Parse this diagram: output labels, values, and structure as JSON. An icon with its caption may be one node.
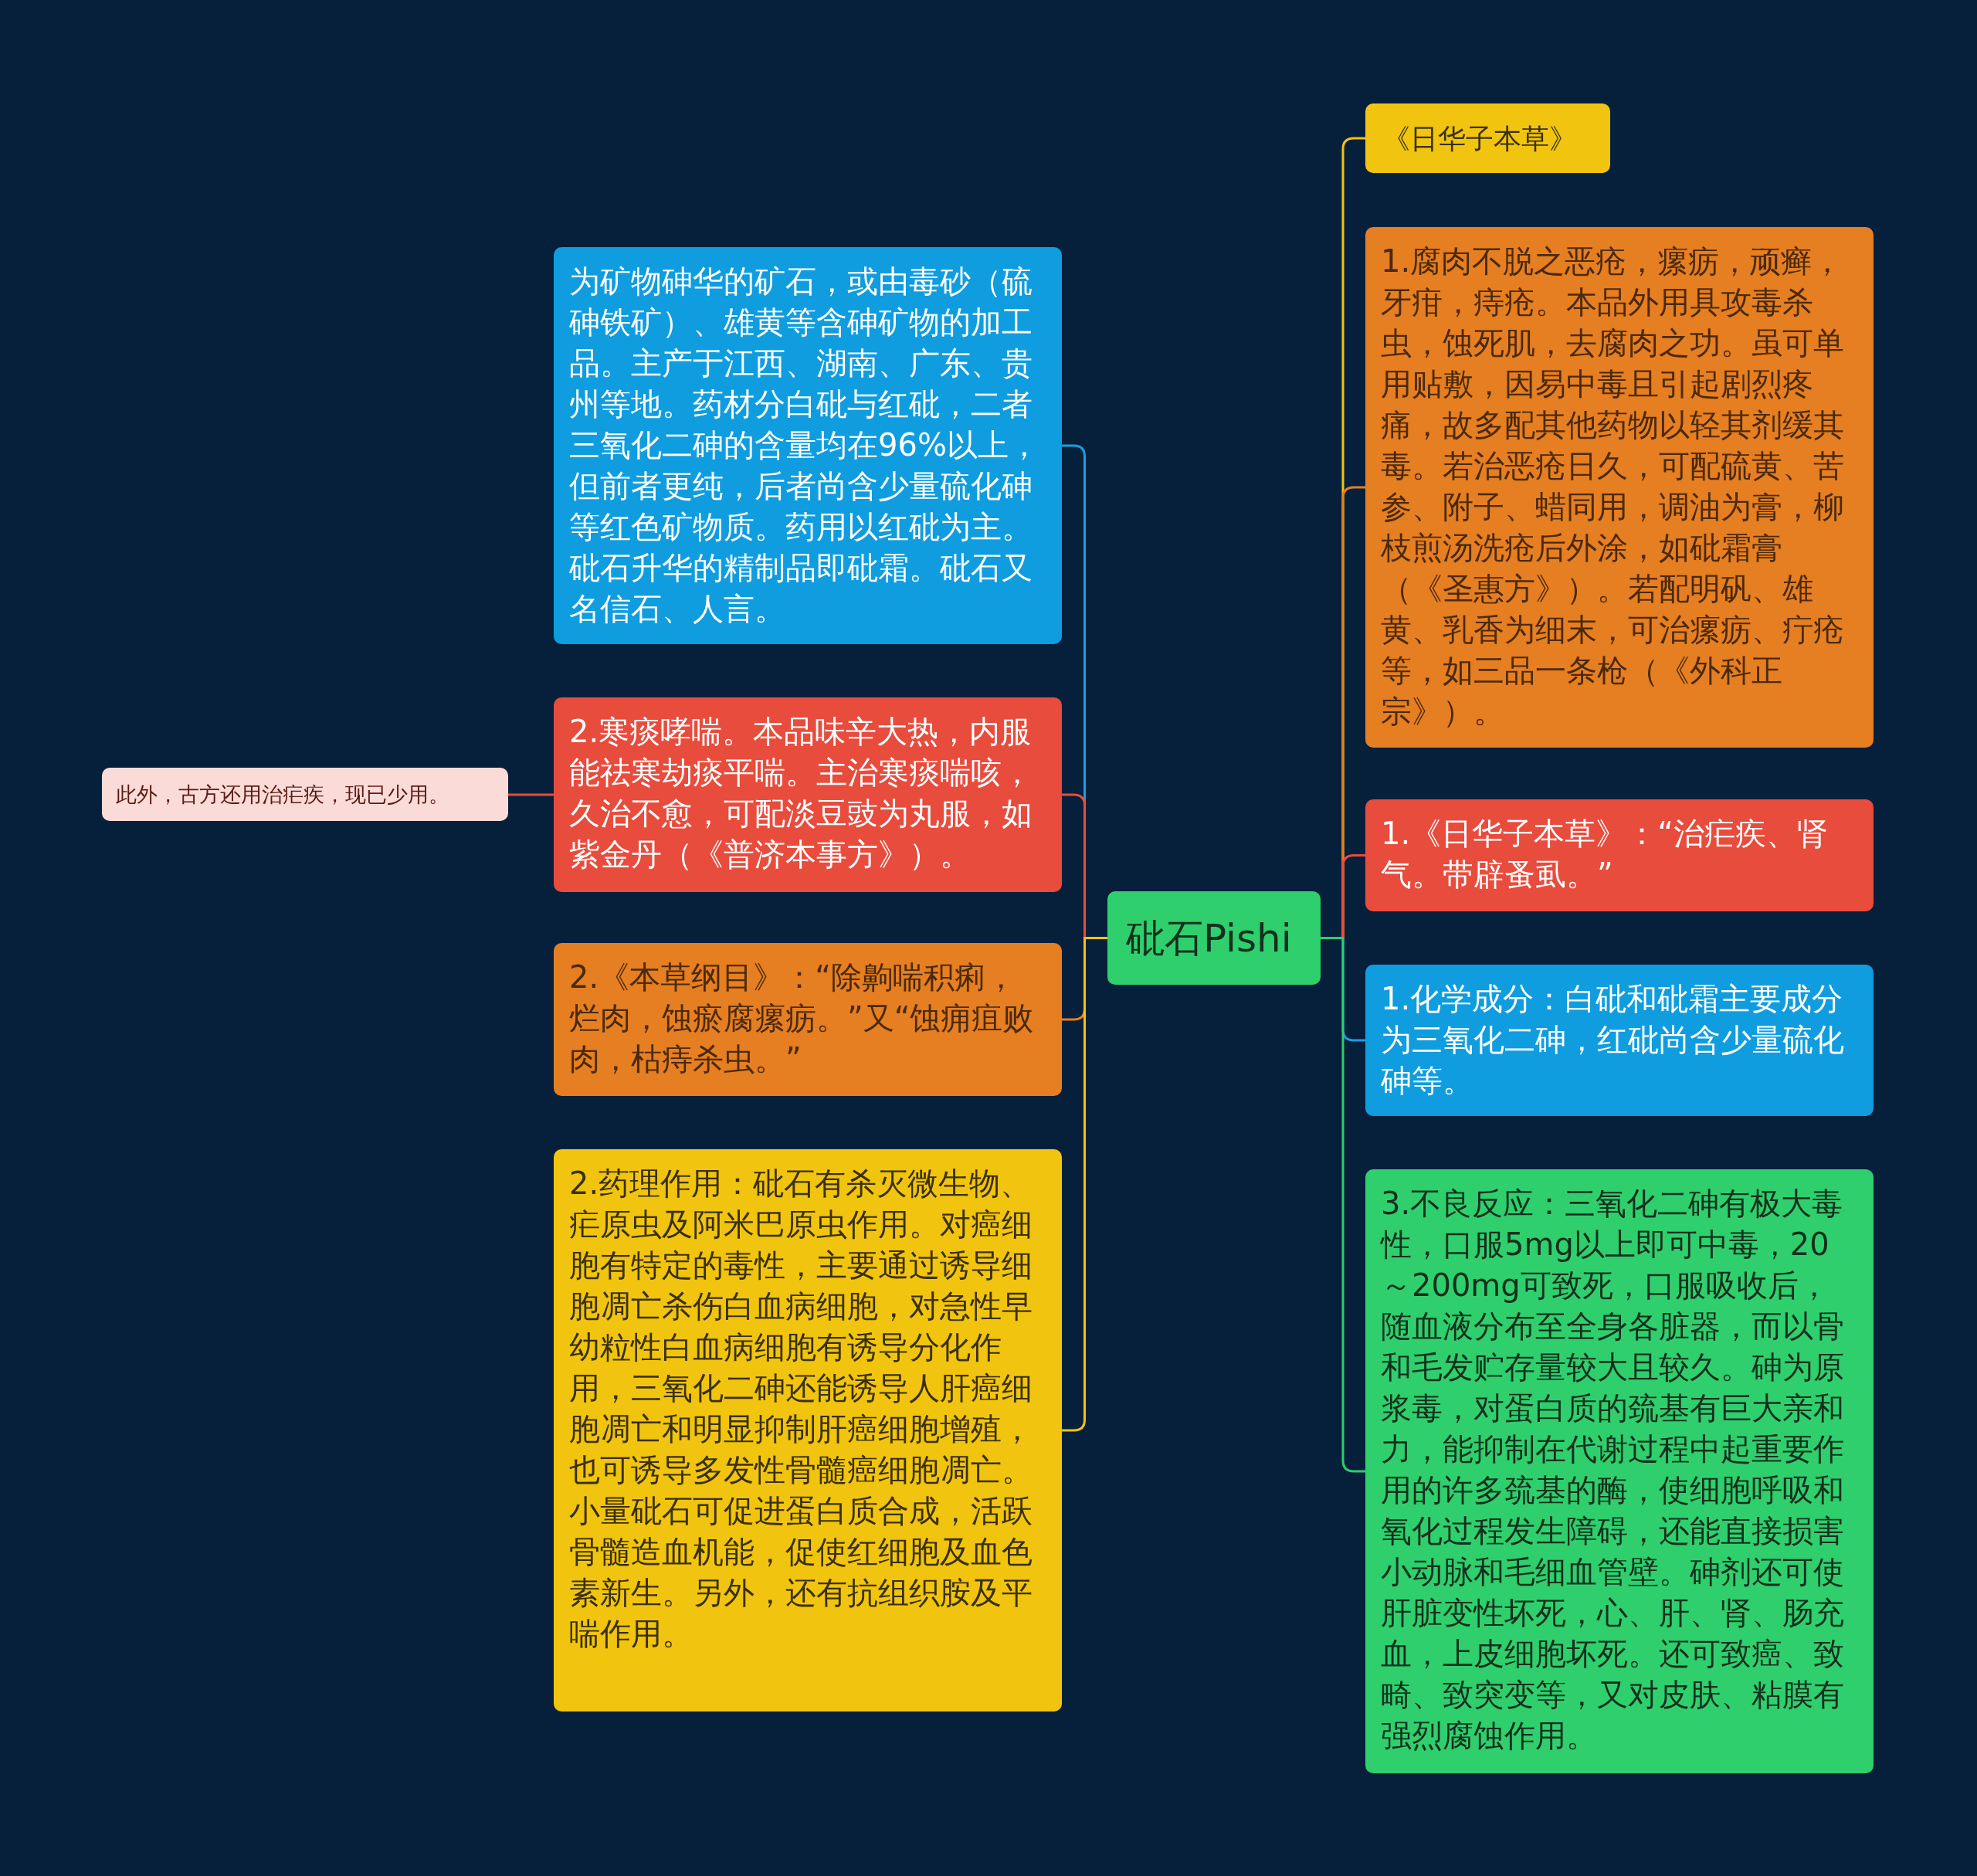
{
  "diagram": {
    "nodes": [
      {
        "text": [
          "砒石Pishi"
        ]
      },
      {
        "text": [
          "为矿物砷华的矿石，或由毒砂（硫砷铁矿）、雄黄等含砷矿物的加工品。主产于江西、湖南、广东、贵州等地。药材分白砒与红砒，二者三氧化二砷的含量均在96%以上，但前者更纯，后者尚含少量硫化砷等红色矿物质。药用以红砒为主。砒石升华的精制品即砒霜。砒石又名信石、人言。"
        ]
      },
      {
        "text": [
          "2.寒痰哮喘。本品味辛大热，内服能祛寒劫痰平喘。主治寒痰喘咳，久治不愈，可配淡豆豉为丸服，如紫金丹（《普济本事方》）。"
        ]
      },
      {
        "text": [
          "2.《本草纲目》：“除齁喘积痢，烂肉，蚀瘀腐瘰疬。”又“蚀痈疽败肉，枯痔杀虫。”"
        ]
      },
      {
        "text": [
          "2.药理作用：砒石有杀灭微生物、疟原虫及阿米巴原虫作用。对癌细胞有特定的毒性，主要通过诱导细胞凋亡杀伤白血病细胞，对急性早幼粒性白血病细胞有诱导分化作用，三氧化二砷还能诱导人肝癌细胞凋亡和明显抑制肝癌细胞增殖，也可诱导多发性骨髓癌细胞凋亡。小量砒石可促进蛋白质合成，活跃骨髓造血机能，促使红细胞及血色素新生。另外，还有抗组织胺及平喘作用。"
        ]
      },
      {
        "text": [
          "此外，古方还用治疟疾，现已少用。"
        ]
      },
      {
        "text": [
          "《日华子本草》"
        ]
      },
      {
        "text": [
          "1.腐肉不脱之恶疮，瘰疬，顽癣，牙疳，痔疮。本品外用具攻毒杀虫，蚀死肌，去腐肉之功。虽可单用贴敷，因易中毒且引起剧烈疼痛，故多配其他药物以轻其剂缓其毒。若治恶疮日久，可配硫黄、苦参、附子、蜡同用，调油为膏，柳枝煎汤洗疮后外涂，如砒霜膏（《圣惠方》）。若配明矾、雄黄、乳香为细末，可治瘰疬、疔疮等，如三品一条枪（《外科正宗》）。"
        ]
      },
      {
        "text": [
          "1.《日华子本草》：“治疟疾、肾气。带辟蚤虱。”"
        ]
      },
      {
        "text": [
          "1.化学成分：白砒和砒霜主要成分为三氧化二砷，红砒尚含少量硫化砷等。"
        ]
      },
      {
        "text": [
          "3.不良反应：三氧化二砷有极大毒性，口服5mg以上即可中毒，20～200mg可致死，口服吸收后，随血液分布至全身各脏器，而以骨和毛发贮存量较大且较久。砷为原浆毒，对蛋白质的巯基有巨大亲和力，能抑制在代谢过程中起重要作用的许多巯基的酶，使细胞呼吸和氧化过程发生障碍，还能直接损害小动脉和毛细血管壁。砷剂还可使肝脏变性坏死，心、肝、肾、肠充血，上皮细胞坏死。还可致癌、致畸、致突变等，又对皮肤、粘膜有强烈腐蚀作用。"
        ]
      }
    ],
    "edges": [
      {
        "from": 0,
        "to": 1,
        "arrow": "none",
        "color": "#1a9fe0"
      },
      {
        "from": 0,
        "to": 2,
        "arrow": "none",
        "color": "#e84c3d"
      },
      {
        "from": 0,
        "to": 3,
        "arrow": "none",
        "color": "#e67e22"
      },
      {
        "from": 0,
        "to": 4,
        "arrow": "none",
        "color": "#f1c40f"
      },
      {
        "from": 2,
        "to": 5,
        "arrow": "none",
        "color": "#e84c3d"
      },
      {
        "from": 0,
        "to": 6,
        "arrow": "none",
        "color": "#f1c40f"
      },
      {
        "from": 0,
        "to": 7,
        "arrow": "none",
        "color": "#e67e22"
      },
      {
        "from": 0,
        "to": 8,
        "arrow": "none",
        "color": "#e84c3d"
      },
      {
        "from": 0,
        "to": 9,
        "arrow": "none",
        "color": "#1a9fe0"
      },
      {
        "from": 0,
        "to": 10,
        "arrow": "none",
        "color": "#2ecc71"
      }
    ]
  }
}
